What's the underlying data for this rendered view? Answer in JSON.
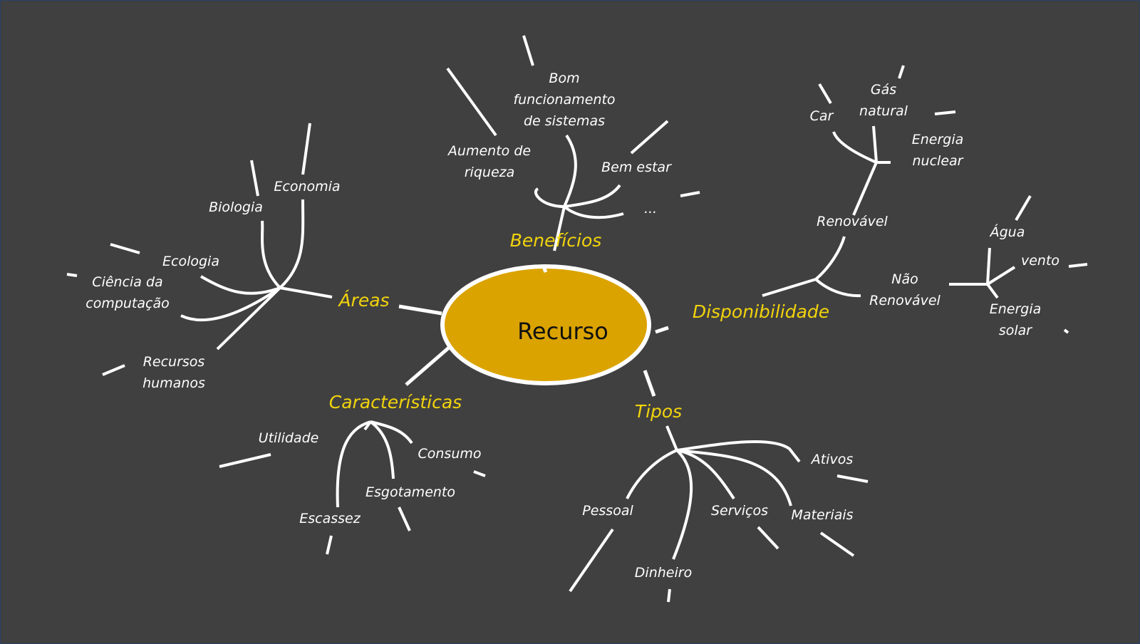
{
  "center": {
    "label": "Recurso",
    "fill": "#dba300"
  },
  "colors": {
    "background": "#404040",
    "branch": "#f2d40c",
    "text": "#ffffff"
  },
  "branches": {
    "beneficios": {
      "label": "Benefícios",
      "children": [
        "Bom\nfuncionamento\nde sistemas",
        "Aumento de\nriqueza",
        "Bem estar",
        "..."
      ]
    },
    "areas": {
      "label": "Áreas",
      "children": [
        "Economia",
        "Biologia",
        "Ecologia",
        "Ciência da\ncomputação",
        "Recursos\nhumanos"
      ]
    },
    "disponibilidade": {
      "label": "Disponibilidade",
      "renovavel": {
        "label": "Renovável",
        "children": [
          "Car",
          "Gás\nnatural",
          "Energia\nnuclear"
        ]
      },
      "nao_renovavel": {
        "label": "Não\nRenovável",
        "children": [
          "Água",
          "vento",
          "Energia\nsolar"
        ]
      }
    },
    "caracteristicas": {
      "label": "Características",
      "children": [
        "Utilidade",
        "Consumo",
        "Esgotamento",
        "Escassez"
      ]
    },
    "tipos": {
      "label": "Tipos",
      "children": [
        "Ativos",
        "Pessoal",
        "Serviços",
        "Materiais",
        "Dinheiro"
      ]
    }
  }
}
